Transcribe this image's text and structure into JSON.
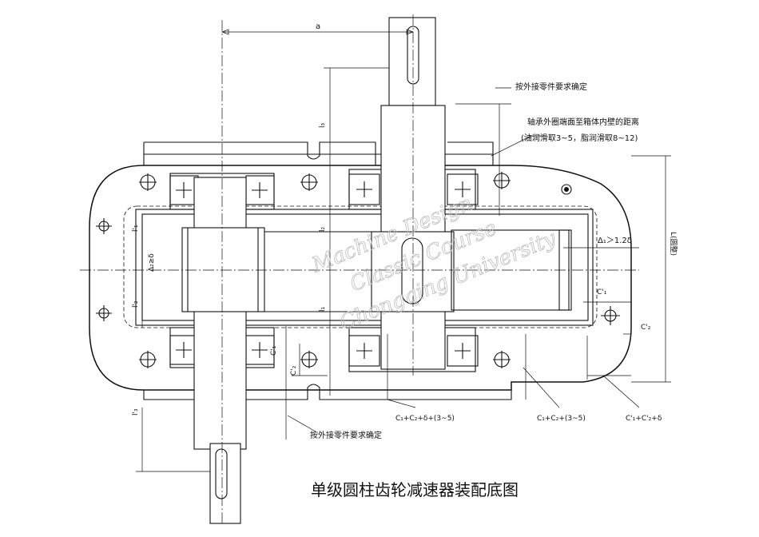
{
  "title": "单级圆柱齿轮减速器装配底图",
  "watermark": [
    "Machine Design",
    "Classic Course",
    "Chongqing University"
  ],
  "labels": {
    "a": "a",
    "note_top": "按外接零件要求确定",
    "note_bottom": "按外接零件要求确定",
    "bearing_note_1": "轴承外圈端面至箱体内壁的距离",
    "bearing_note_2": "(油润滑取3~5，脂润滑取8~12)",
    "delta1": "Δ₁＞1.2δ",
    "delta2": "Δ₂≥δ",
    "L": "L(圆整)",
    "C1p_right": "C'₁",
    "C2p_right": "C'₂",
    "C1p_mid": "C'₁",
    "C2p_mid": "C'₂",
    "formula_1": "C₁+C₂+δ+(3~5)",
    "formula_2": "C₁+C₂+(3~5)",
    "formula_3": "C'₁+C'₂+δ",
    "l1": "l₁",
    "l2": "l₂",
    "l3": "l₃",
    "l1p": "l'₁",
    "l2p": "l'₂",
    "l3p": "l'₃"
  }
}
